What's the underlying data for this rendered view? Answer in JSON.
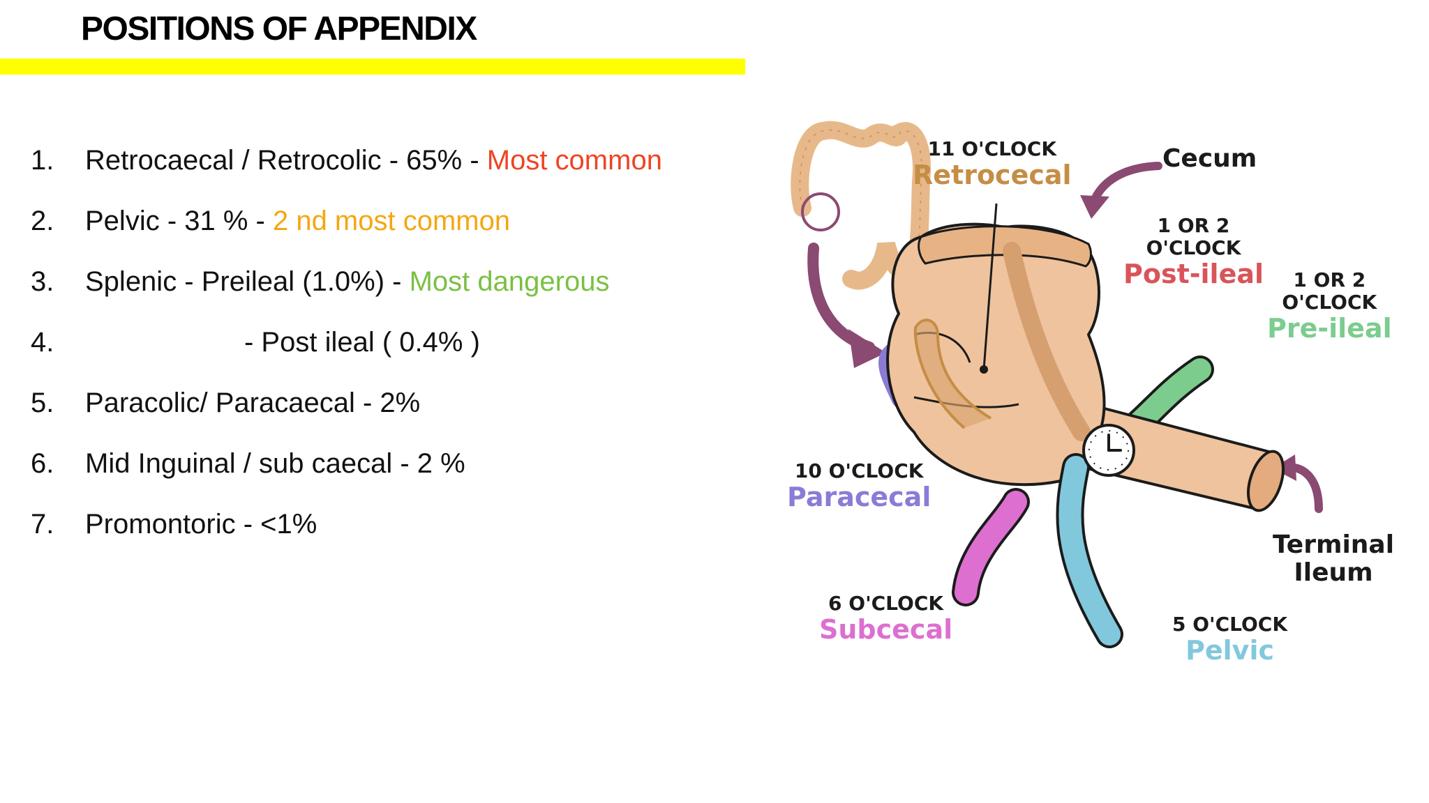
{
  "title": "POSITIONS OF APPENDIX",
  "list": [
    {
      "num": "1.",
      "text": "Retrocaecal / Retrocolic  - 65% - ",
      "note": "Most common"
    },
    {
      "num": "2.",
      "text": "Pelvic  - 31 %  - ",
      "note": "2 nd most common"
    },
    {
      "num": "3.",
      "text": "Splenic   -  Preileal (1.0%) - ",
      "note": "Most dangerous"
    },
    {
      "num": "4.",
      "text": "- Post ileal ( 0.4% )",
      "note": ""
    },
    {
      "num": "5.",
      "text": "Paracolic/ Paracaecal  - 2%",
      "note": ""
    },
    {
      "num": "6.",
      "text": "Mid Inguinal / sub caecal  - 2 %",
      "note": ""
    },
    {
      "num": "7.",
      "text": "Promontoric  -  <1%",
      "note": ""
    }
  ],
  "colors": {
    "title_bar": "#ffff00",
    "most_common": "#ef4423",
    "second_common": "#f4a711",
    "most_dangerous": "#7ac043",
    "retrocecal": "#c58d45",
    "post_ileal": "#d9545a",
    "pre_ileal": "#7ccc8e",
    "paracecal": "#8b7bd6",
    "subcecal": "#dd6fd0",
    "pelvic": "#82c8dd",
    "arrow": "#8b4a72"
  },
  "figure": {
    "labels": {
      "retrocecal": {
        "clock": "11 O'CLOCK",
        "name": "Retrocecal"
      },
      "post_ileal": {
        "clock_line1": "1 OR 2",
        "clock_line2": "O'CLOCK",
        "name": "Post-ileal"
      },
      "pre_ileal": {
        "clock_line1": "1 OR 2",
        "clock_line2": "O'CLOCK",
        "name": "Pre-ileal"
      },
      "paracecal": {
        "clock": "10 O'CLOCK",
        "name": "Paracecal"
      },
      "subcecal": {
        "clock": "6 O'CLOCK",
        "name": "Subcecal"
      },
      "pelvic": {
        "clock": "5 O'CLOCK",
        "name": "Pelvic"
      },
      "cecum": "Cecum",
      "terminal_ileum_line1": "Terminal",
      "terminal_ileum_line2": "Ileum"
    }
  }
}
